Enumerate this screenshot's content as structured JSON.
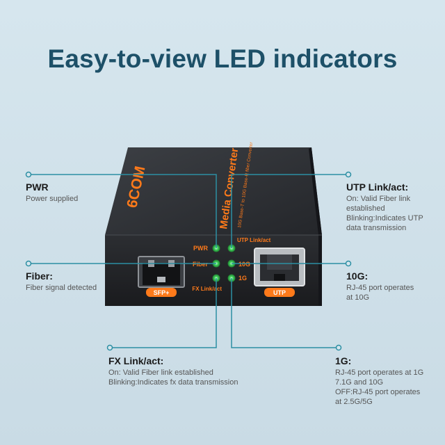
{
  "title": "Easy-to-view LED indicators",
  "device": {
    "brand": "6COM",
    "name": "Media Converter",
    "subtitle": "10G Base-T to 10G Base-R fiber Converter",
    "sfp_label": "SFP+",
    "utp_label": "UTP",
    "led_pwr": "PWR",
    "led_fiber": "Fiber",
    "led_fx": "FX Link/act",
    "led_utp": "UTP Link/act",
    "led_10g": "10G",
    "led_1g": "1G"
  },
  "callouts": {
    "pwr": {
      "label": "PWR",
      "desc": [
        "Power supplied"
      ]
    },
    "fiber": {
      "label": "Fiber:",
      "desc": [
        "Fiber signal detected"
      ]
    },
    "fx": {
      "label": "FX Link/act:",
      "desc": [
        "On: Valid Fiber link established",
        "Blinking:Indicates fx data transmission"
      ]
    },
    "utp": {
      "label": "UTP Link/act:",
      "desc": [
        "On: Valid Fiber link",
        "established",
        "Blinking:Indicates UTP",
        "data transmission"
      ]
    },
    "g10": {
      "label": "10G:",
      "desc": [
        "RJ-45 port operates",
        "at 10G"
      ]
    },
    "g1": {
      "label": "1G:",
      "desc": [
        "RJ-45 port operates at 1G",
        "7.1G and 10G",
        "OFF:RJ-45 port operates",
        "at 2.5G/5G"
      ]
    }
  },
  "colors": {
    "accent_text": "#1d5068",
    "callout_line": "#2c8fa3",
    "led_green": "#3fcf5a",
    "device_orange": "#ff7a1a"
  }
}
